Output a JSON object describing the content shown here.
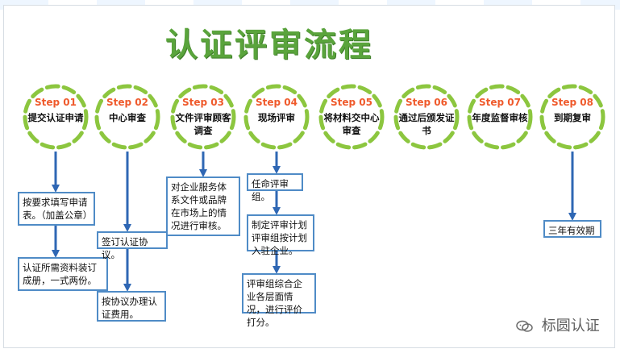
{
  "title": "认证评审流程",
  "steps": [
    {
      "no": "Step 01",
      "label": "提交认证申请"
    },
    {
      "no": "Step 02",
      "label": "中心审查"
    },
    {
      "no": "Step 03",
      "label": "文件评审顾客调查"
    },
    {
      "no": "Step 04",
      "label": "现场评审"
    },
    {
      "no": "Step 05",
      "label": "将材料交中心审查"
    },
    {
      "no": "Step 06",
      "label": "通过后颁发证书"
    },
    {
      "no": "Step 07",
      "label": "年度监督审核"
    },
    {
      "no": "Step 08",
      "label": "到期复审"
    }
  ],
  "boxes": [
    {
      "text": "按要求填写申请表。（加盖公章）"
    },
    {
      "text": "认证所需资料装订成册，一式两份。"
    },
    {
      "text": "签订认证协议。"
    },
    {
      "text": "按协议办理认证费用。"
    },
    {
      "text": "对企业服务体系文件或品牌在市场上的情况进行审核。"
    },
    {
      "text": "任命评审组。"
    },
    {
      "text": "制定评审计划评审组按计划入驻企业。"
    },
    {
      "text": "评审组综合企业各层面情况，进行评价打分。"
    },
    {
      "text": "三年有效期"
    }
  ],
  "watermark": "标圆认证",
  "colors": {
    "title": "#5aa43c",
    "ring": "#8cc63f",
    "step_no": "#ef5a2c",
    "arrow": "#2f67b4",
    "box_border": "#4f8bc6"
  }
}
